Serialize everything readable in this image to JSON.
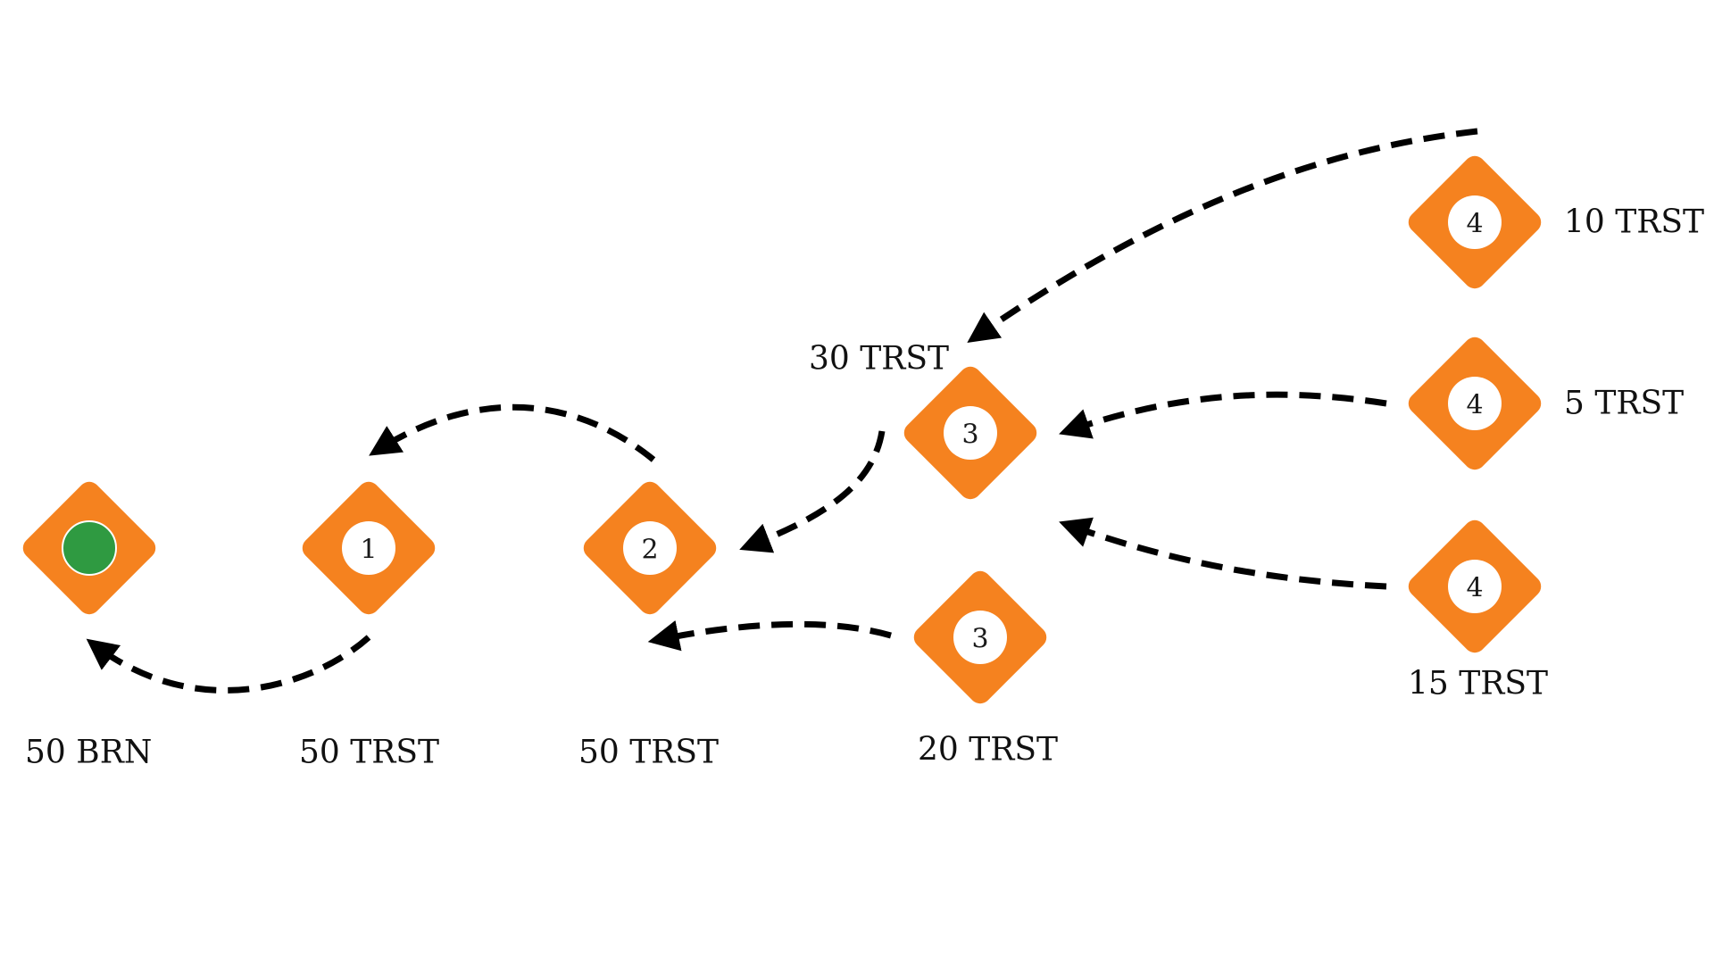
{
  "colors": {
    "node": "#f5821f",
    "root": "#2f9a41",
    "edge": "#000000"
  },
  "nodes": [
    {
      "id": "root",
      "number": "",
      "amount": "50 BRN"
    },
    {
      "id": "n1",
      "number": "1",
      "amount": "50 TRST"
    },
    {
      "id": "n2",
      "number": "2",
      "amount": "50 TRST"
    },
    {
      "id": "n3a",
      "number": "3",
      "amount": "30 TRST"
    },
    {
      "id": "n3b",
      "number": "3",
      "amount": "20 TRST"
    },
    {
      "id": "n4a",
      "number": "4",
      "amount": "10 TRST"
    },
    {
      "id": "n4b",
      "number": "4",
      "amount": "5 TRST"
    },
    {
      "id": "n4c",
      "number": "4",
      "amount": "15 TRST"
    }
  ]
}
